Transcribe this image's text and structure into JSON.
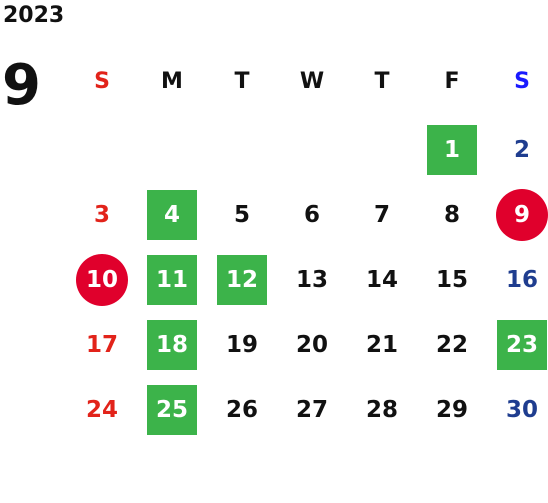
{
  "year": "2023",
  "month": "9",
  "weekdays": [
    "S",
    "M",
    "T",
    "W",
    "T",
    "F",
    "S"
  ],
  "weeks": [
    [
      "",
      "",
      "",
      "",
      "",
      "1",
      "2"
    ],
    [
      "3",
      "4",
      "5",
      "6",
      "7",
      "8",
      "9"
    ],
    [
      "10",
      "11",
      "12",
      "13",
      "14",
      "15",
      "16"
    ],
    [
      "17",
      "18",
      "19",
      "20",
      "21",
      "22",
      "23"
    ],
    [
      "24",
      "25",
      "26",
      "27",
      "28",
      "29",
      "30"
    ]
  ],
  "highlight_green": [
    "1",
    "4",
    "11",
    "12",
    "18",
    "23",
    "25"
  ],
  "highlight_red_circle": [
    "9",
    "10"
  ],
  "colors": {
    "sunday": "#e2231a",
    "saturday_header": "#1a1aff",
    "saturday": "#1f3d8f",
    "green": "#3cb34a",
    "red_circle": "#e0002c"
  }
}
